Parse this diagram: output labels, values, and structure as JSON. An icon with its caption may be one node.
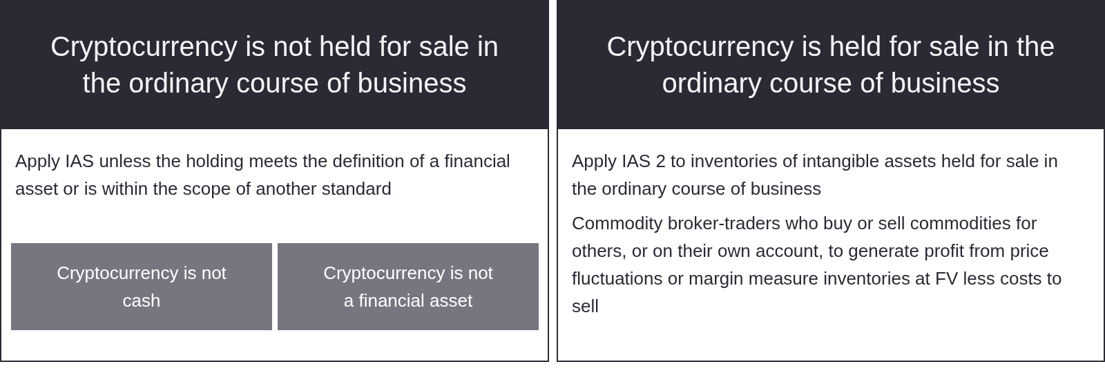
{
  "diagram": {
    "nodes": [
      {
        "text": [
          "Cryptocurrency is not held for sale in the ordinary course of business",
          "Apply IAS unless the holding meets the definition of a financial asset or is within the scope of another standard"
        ]
      },
      {
        "text": [
          "Cryptocurrency is not cash"
        ],
        "in": 0
      },
      {
        "text": [
          "Cryptocurrency is not a financial asset"
        ],
        "in": 0
      },
      {
        "text": [
          "Cryptocurrency is held for sale in the ordinary course of business",
          "Apply IAS 2 to inventories of intangible assets held for sale in the ordinary course of business",
          "Commodity broker-traders who buy or sell commodities for others, or on their own account, to generate profit from price fluctuations or margin measure inventories at FV less costs to sell"
        ]
      }
    ]
  }
}
